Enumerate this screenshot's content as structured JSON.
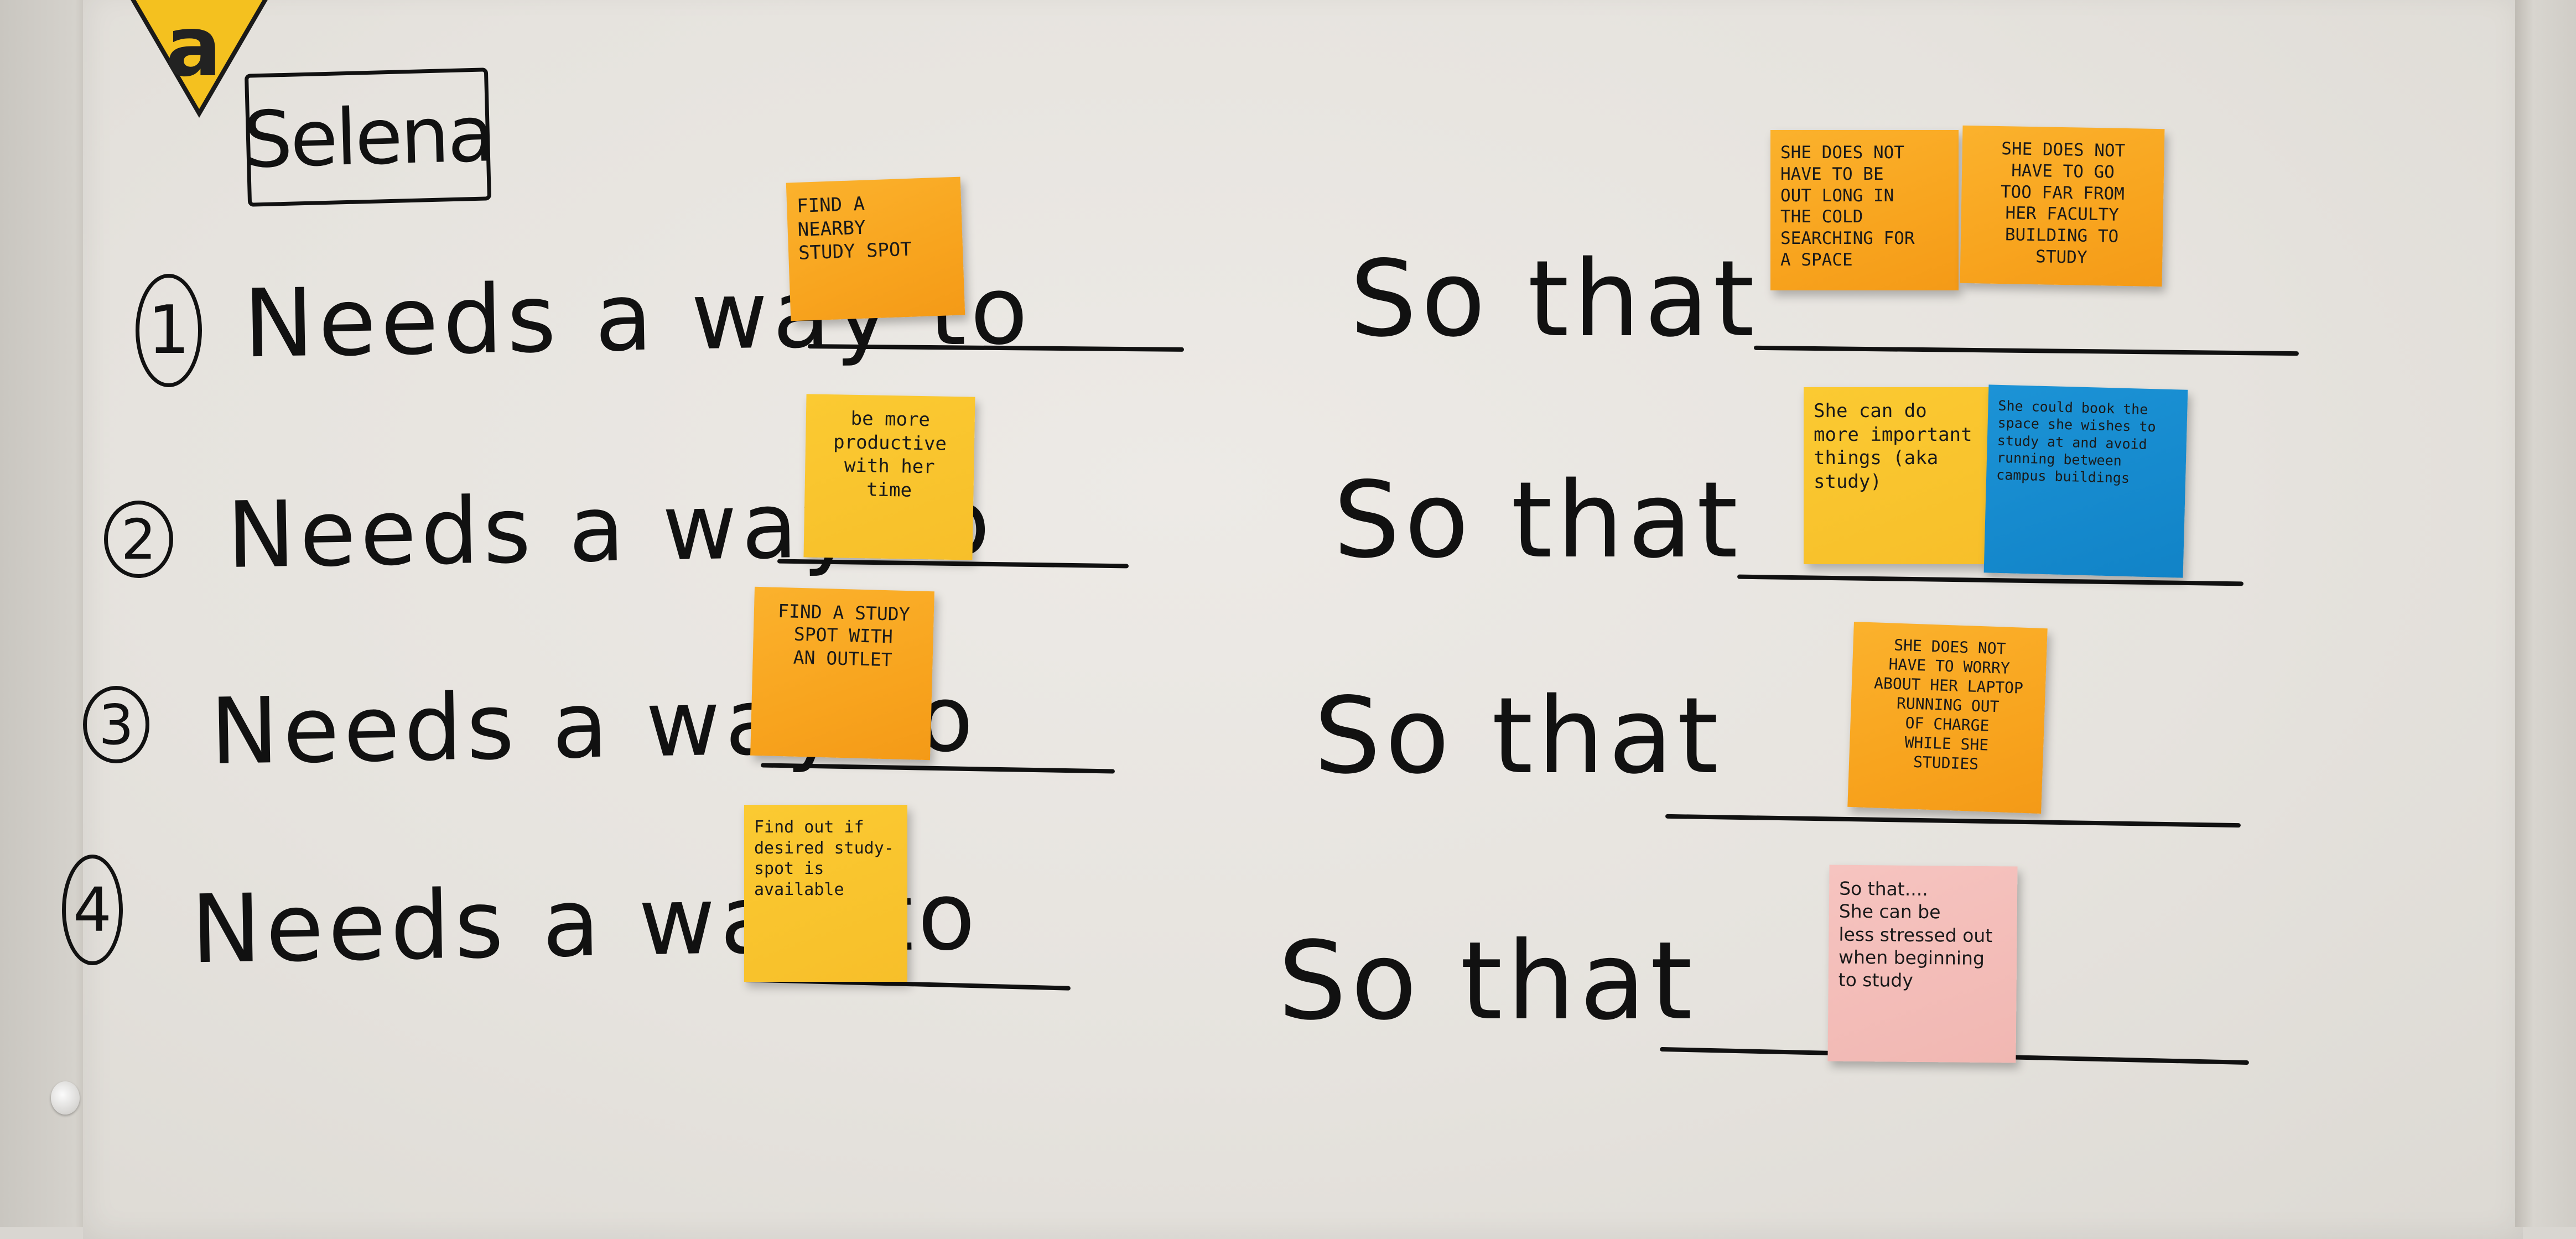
{
  "badge_letter": "a",
  "name": "Selena",
  "rows": [
    {
      "number": "1",
      "needs": "Needs a way to",
      "so_that": "So that"
    },
    {
      "number": "2",
      "needs": "Needs a way to",
      "so_that": "So that"
    },
    {
      "number": "3",
      "needs": "Needs a way to",
      "so_that": "So that"
    },
    {
      "number": "4",
      "needs": "Needs a way to",
      "so_that": "So that"
    }
  ],
  "needs_notes": [
    {
      "text": "FIND A\nNEARBY\nSTUDY SPOT",
      "color": "#f8a41e"
    },
    {
      "text": "be more\nproductive\nwith her\ntime",
      "color": "#f7bf2a"
    },
    {
      "text": "FIND A STUDY\nSPOT WITH\nAN OUTLET",
      "color": "#f8a41e"
    },
    {
      "text": "Find out if\ndesired study-\nspot is available",
      "color": "#f7bf2a"
    }
  ],
  "so_that_notes": [
    {
      "text": "SHE DOES NOT\nHAVE TO BE\nOUT LONG IN\nTHE COLD\nSEARCHING FOR\nA SPACE",
      "color": "#f8a41e"
    },
    {
      "text": "SHE DOES NOT\nHAVE TO GO\nTOO FAR FROM\nHER FACULTY\nBUILDING TO\nSTUDY",
      "color": "#f8a41e"
    },
    {
      "text": "She can do\nmore important\nthings (aka study)",
      "color": "#f7bf2a"
    },
    {
      "text": "She could book the\nspace she wishes to\nstudy at and avoid\nrunning between\ncampus buildings",
      "color": "#1183c7"
    },
    {
      "text": "SHE DOES NOT\nHAVE TO WORRY\nABOUT HER LAPTOP\nRUNNING OUT\nOF CHARGE\nWHILE SHE\nSTUDIES",
      "color": "#f8a41e"
    },
    {
      "text": "So that....\nShe can be\nless stressed out\nwhen beginning\nto study",
      "color": "#f1b7b2"
    }
  ]
}
